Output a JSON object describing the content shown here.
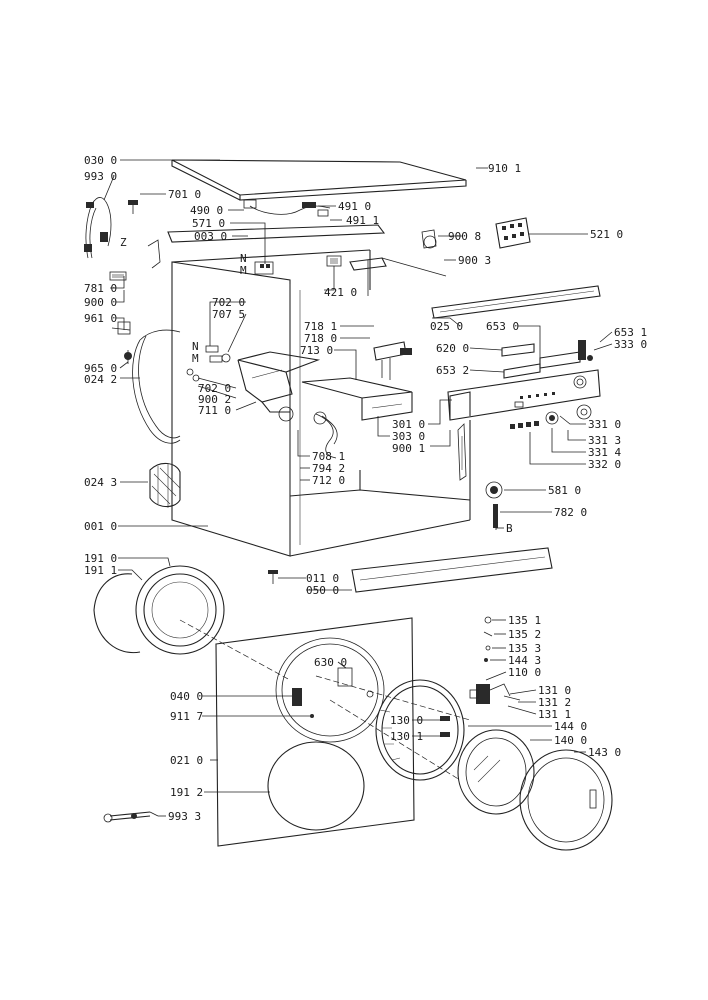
{
  "diagram": {
    "labels": [
      "030 0",
      "993 0",
      "910 1",
      "701 0",
      "490 0",
      "491 0",
      "571 0",
      "491 1",
      "003 0",
      "900 8",
      "521 0",
      "900 3",
      "Z",
      "781 0",
      "900 0",
      "961 0",
      "702 0",
      "707 5",
      "421 0",
      "025 0",
      "653 0",
      "653 1",
      "333 0",
      "718 1",
      "718 0",
      "713 0",
      "620 0",
      "653 2",
      "N",
      "M",
      "965 0",
      "024 2",
      "702 0",
      "900 2",
      "711 0",
      "301 0",
      "303 0",
      "900 1",
      "331 0",
      "331 3",
      "331 4",
      "332 0",
      "708 1",
      "794 2",
      "712 0",
      "024 3",
      "581 0",
      "782 0",
      "B",
      "001 0",
      "191 0",
      "191 1",
      "011 0",
      "050 0",
      "135 1",
      "135 2",
      "135 3",
      "144 3",
      "110 0",
      "630 0",
      "131 0",
      "131 2",
      "131 1",
      "040 0",
      "911 7",
      "130 0",
      "130 1",
      "144 0",
      "140 0",
      "143 0",
      "021 0",
      "191 2",
      "993 3",
      "N",
      "M"
    ]
  }
}
